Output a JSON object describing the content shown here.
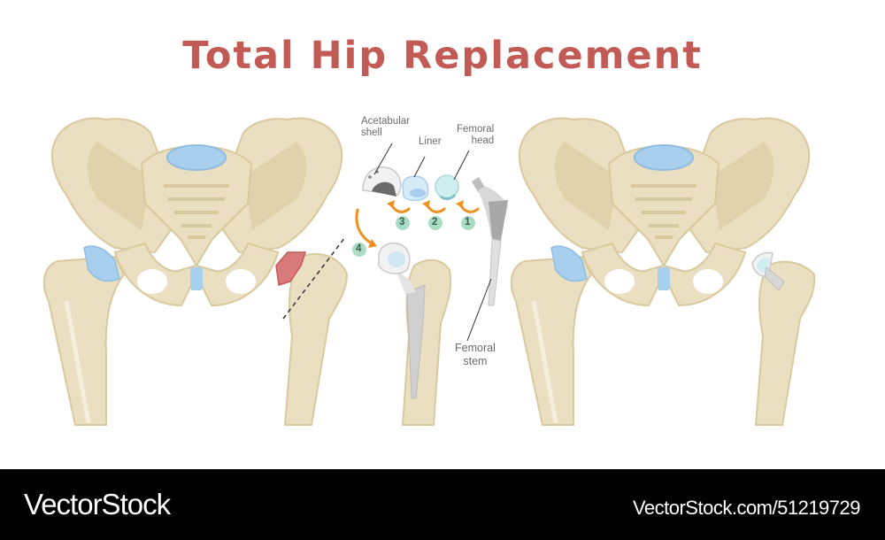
{
  "title": "Total Hip Replacement",
  "labels": {
    "acetabular_shell": [
      "Acetabular",
      "shell"
    ],
    "liner": "Liner",
    "femoral_head": [
      "Femoral",
      "head"
    ],
    "femoral_stem": [
      "Femoral",
      "stem"
    ]
  },
  "steps": [
    "1",
    "2",
    "3",
    "4"
  ],
  "panels": [
    {
      "name": "diseased-hip",
      "description": "Pelvis with damaged (arthritic) right hip joint and cut line"
    },
    {
      "name": "implant-components",
      "description": "Exploded view of hip prosthesis assembly sequence"
    },
    {
      "name": "replaced-hip",
      "description": "Pelvis with implanted hip prosthesis"
    }
  ],
  "colors": {
    "title": "#c25a55",
    "bone": "#eadfc0",
    "bone_shadow": "#d9c99f",
    "bone_light": "#f4eedb",
    "cartilage": "#a9cfee",
    "damage": "#d97a7a",
    "metal": "#c9c9c9",
    "metal_dark": "#9a9a9a",
    "arrow": "#f0901e",
    "step_badge": "#a8dcc4"
  },
  "footer": {
    "brand": "VectorStock",
    "url": "VectorStock.com/51219729"
  }
}
